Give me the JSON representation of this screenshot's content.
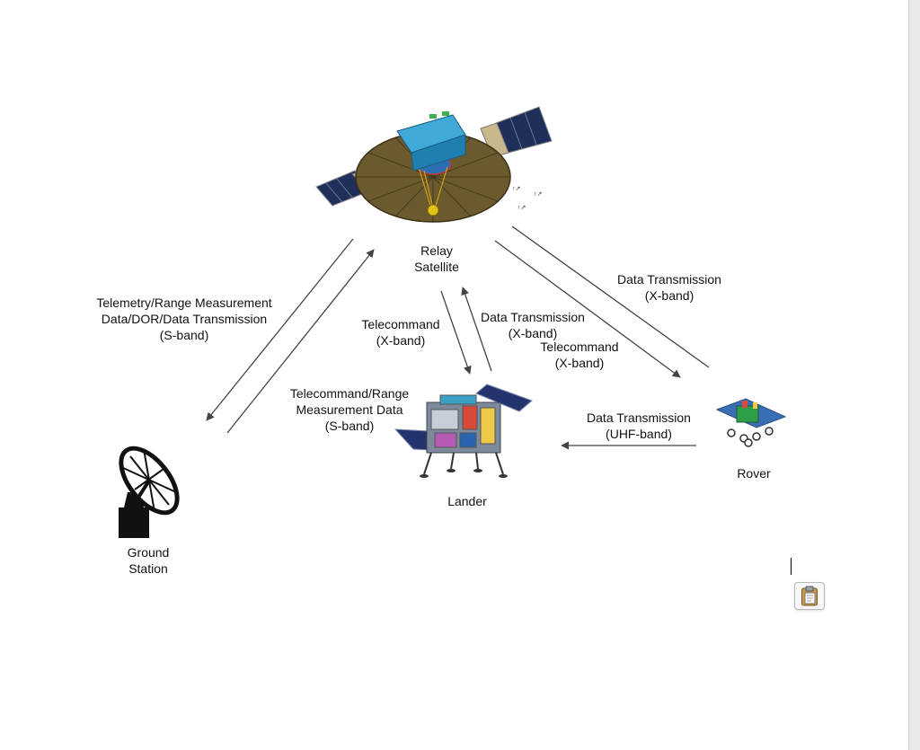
{
  "nodes": {
    "relay_satellite": [
      "Relay",
      "Satellite"
    ],
    "ground_station": [
      "Ground",
      "Station"
    ],
    "lander": [
      "Lander"
    ],
    "rover": [
      "Rover"
    ]
  },
  "links": {
    "ground_to_relay": [
      "Telemetry/Range Measurement",
      "Data/DOR/Data Transmission",
      "(S-band)"
    ],
    "relay_to_ground": [
      "Telecommand/Range",
      "Measurement Data",
      "(S-band)"
    ],
    "relay_to_lander": [
      "Telecommand",
      "(X-band)"
    ],
    "lander_to_relay": [
      "Data Transmission",
      "(X-band)"
    ],
    "relay_to_rover": [
      "Telecommand",
      "(X-band)"
    ],
    "rover_to_relay": [
      "Data Transmission",
      "(X-band)"
    ],
    "rover_to_lander": [
      "Data Transmission",
      "(UHF-band)"
    ]
  },
  "icons": {
    "relay_satellite": "satellite-icon",
    "ground_station": "dish-antenna-icon",
    "lander": "lander-icon",
    "rover": "rover-icon",
    "paste_button": "clipboard-icon"
  },
  "colors": {
    "arrow": "#444444",
    "dish": "#6b5a2e",
    "solar_panel": "#1f2f5a",
    "lander_panel": "#22336e",
    "rover_panel": "#3a6fb5"
  }
}
